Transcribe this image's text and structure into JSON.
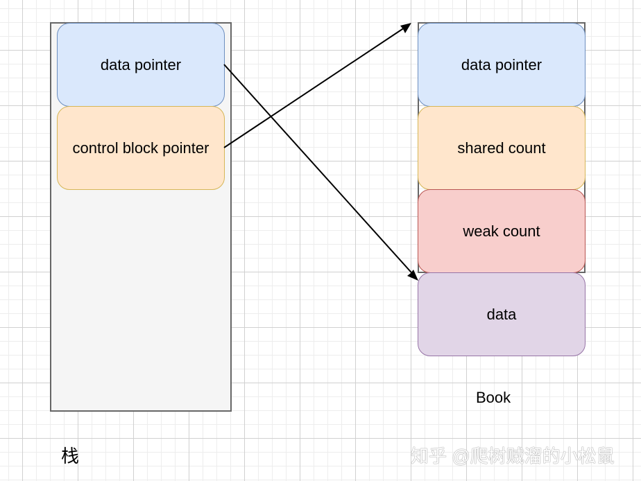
{
  "diagram": {
    "stack": {
      "label": "栈",
      "blocks": [
        {
          "label": "data pointer",
          "color": "#dae8fc",
          "border": "#6c8ebf"
        },
        {
          "label": "control block pointer",
          "color": "#ffe6cc",
          "border": "#d6b656"
        }
      ]
    },
    "heap": {
      "label": "Book",
      "control_block": [
        {
          "label": "data pointer",
          "color": "#dae8fc",
          "border": "#6c8ebf"
        },
        {
          "label": "shared count",
          "color": "#ffe6cc",
          "border": "#d6b656"
        },
        {
          "label": "weak count",
          "color": "#f8cecc",
          "border": "#b85450"
        }
      ],
      "data_block": {
        "label": "data",
        "color": "#e1d5e7",
        "border": "#9673a6"
      }
    },
    "arrows": [
      {
        "from": "stack.data pointer",
        "to": "heap.data"
      },
      {
        "from": "stack.control block pointer",
        "to": "heap.control block"
      }
    ],
    "watermark": "知乎 @爬树贼溜的小松鼠"
  }
}
